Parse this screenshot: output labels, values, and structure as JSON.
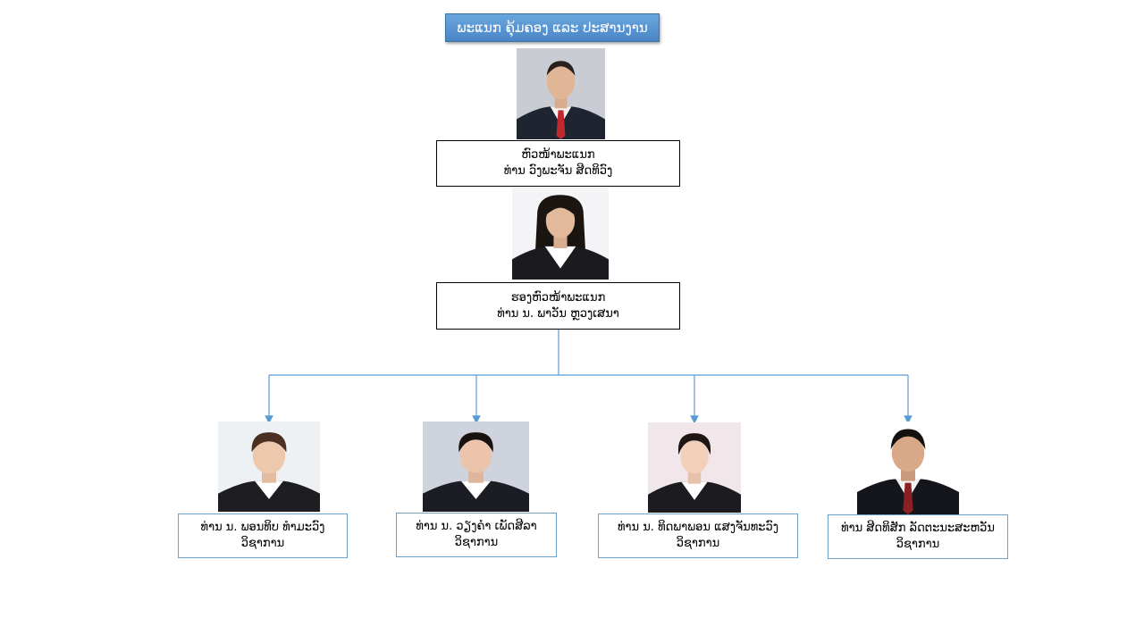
{
  "title": "ພະແນກ ຄຸ້ມຄອງ ແລະ ປະສານງານ",
  "head": {
    "position": "ຫົວໜ້າພະແນກ",
    "name": "ທ່ານ ວົງພະຈັນ ສີດທິວົງ"
  },
  "deputy": {
    "position": "ຮອງຫົວໜ້າພະແນກ",
    "name": "ທ່ານ ນ. ພາວັນ ຫຼວງເສນາ"
  },
  "staff": [
    {
      "name": "ທ່ານ ນ. ພອນທິບ ທຳມະວົງ",
      "role": "ວິຊາການ"
    },
    {
      "name": "ທ່ານ ນ. ວຽງຄຳ ເພັດສີລາ",
      "role": "ວິຊາການ"
    },
    {
      "name": "ທ່ານ ນ. ທິດພາພອນ ແສງຈັນທະວົງ",
      "role": "ວິຊາການ"
    },
    {
      "name": "ທ່ານ ສີດທິສັກ ລັດຕະນະສະຫວັນ",
      "role": "ວິຊາການ"
    }
  ],
  "colors": {
    "title_bg": "#5b9bd5",
    "connector": "#5b9bd5",
    "staff_border": "#6fa0c8"
  }
}
